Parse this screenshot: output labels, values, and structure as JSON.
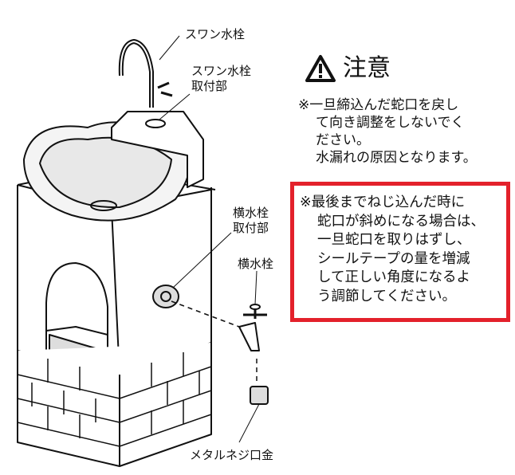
{
  "labels": {
    "swan_faucet": "スワン水栓",
    "swan_mount_line1": "スワン水栓",
    "swan_mount_line2": "取付部",
    "side_mount_line1": "横水栓",
    "side_mount_line2": "取付部",
    "side_faucet": "横水栓",
    "metal_fitting": "メタルネジ口金"
  },
  "caution": {
    "icon": "warning-triangle-icon",
    "title": "注意",
    "note1": [
      "※一旦締込んだ蛇口を戻し",
      "て向き調整をしないでく",
      "ださい。",
      "水漏れの原因となります。"
    ],
    "note2": [
      "※最後までねじ込んだ時に",
      "蛇口が斜めになる場合は、",
      "一旦蛇口を取りはずし、",
      "シールテープの量を増減",
      "して正しい角度になるよ",
      "う調節してください。"
    ]
  },
  "colors": {
    "highlight_border": "#e3212b"
  }
}
